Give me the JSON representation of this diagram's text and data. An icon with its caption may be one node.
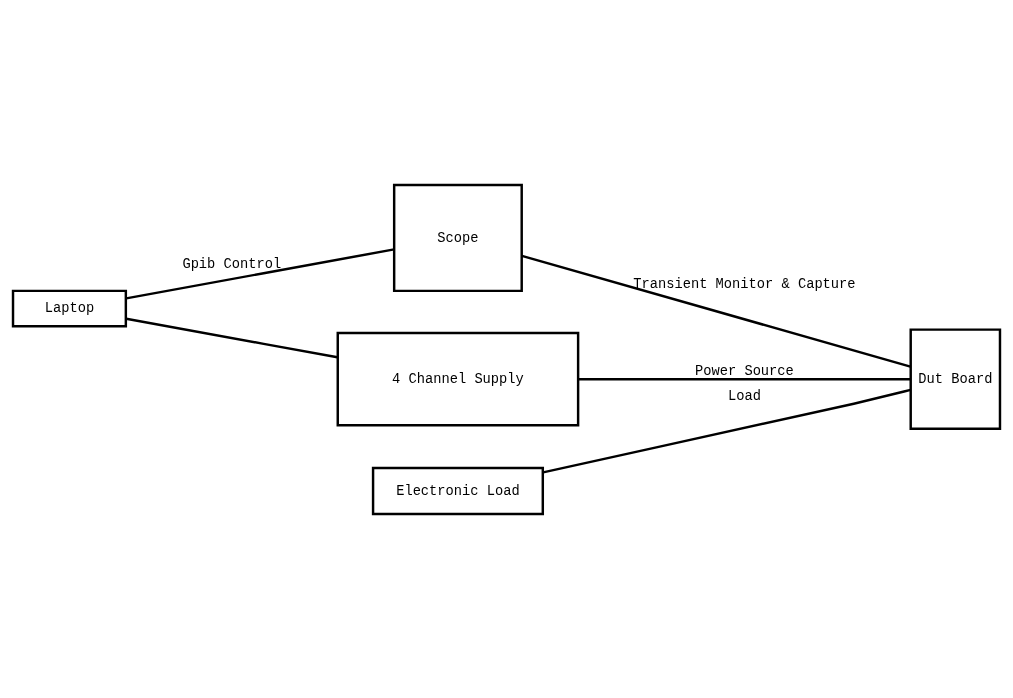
{
  "diagram": {
    "nodes": [
      {
        "text": [
          "Scope"
        ]
      },
      {
        "text": [
          "4 Channel Supply"
        ]
      },
      {
        "text": [
          "Dut Board"
        ]
      },
      {
        "text": [
          "Electronic Load"
        ]
      },
      {
        "text": [
          "Laptop"
        ]
      }
    ],
    "edges": [
      {
        "from": 0,
        "to": 2,
        "arrow": "none",
        "label": "Transient Monitor & Capture"
      },
      {
        "from": 1,
        "to": 2,
        "arrow": "none",
        "label": "Power Source"
      },
      {
        "from": 3,
        "to": 2,
        "arrow": "none",
        "label": "Load"
      },
      {
        "from": 4,
        "to": 0,
        "arrow": "none",
        "label": "Gpib Control"
      },
      {
        "from": 4,
        "to": 1,
        "arrow": "none"
      }
    ]
  }
}
